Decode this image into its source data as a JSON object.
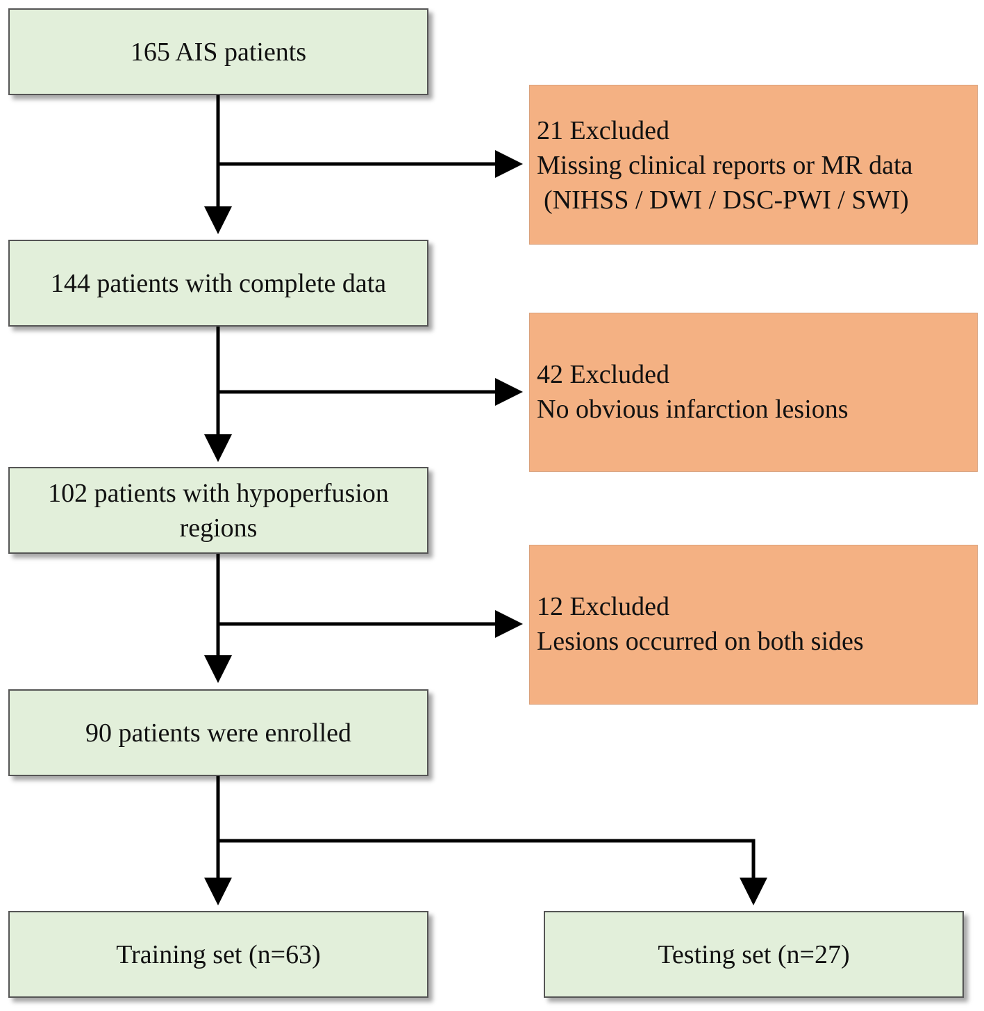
{
  "boxes": {
    "start": "165 AIS patients",
    "complete": "144 patients with complete data",
    "hypoperfusion": "102 patients with hypoperfusion regions",
    "enrolled": "90 patients were enrolled",
    "training": "Training set (n=63)",
    "testing": "Testing set (n=27)"
  },
  "exclusions": {
    "first": {
      "heading": "21 Excluded",
      "line1": "Missing clinical reports or MR data",
      "line2": "(NIHSS / DWI / DSC-PWI / SWI)"
    },
    "second": {
      "heading": "42 Excluded",
      "line1": "No obvious infarction lesions"
    },
    "third": {
      "heading": "12 Excluded",
      "line1": "Lesions occurred on both sides"
    }
  },
  "colors": {
    "included_box": "#e2efda",
    "excluded_box": "#f4b183",
    "arrow": "#000000"
  }
}
